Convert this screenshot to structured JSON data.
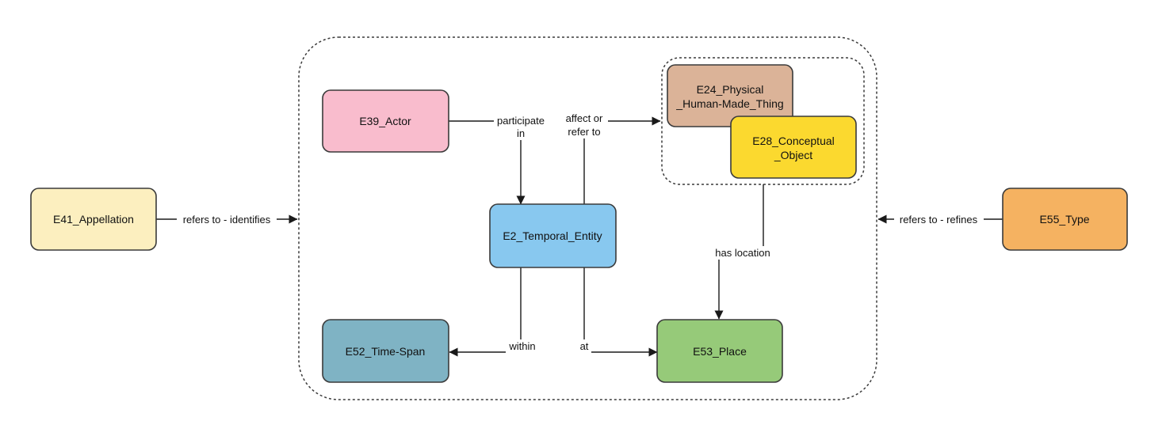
{
  "nodes": {
    "appellation": {
      "label": "E41_Appellation",
      "fill": "#fcefbf"
    },
    "actor": {
      "label": "E39_Actor",
      "fill": "#f9bccd"
    },
    "physical_thing": {
      "label_line1": "E24_Physical",
      "label_line2": "_Human-Made_Thing",
      "fill": "#dbb398"
    },
    "conceptual_object": {
      "label_line1": "E28_Conceptual",
      "label_line2": "_Object",
      "fill": "#fbd92f"
    },
    "temporal_entity": {
      "label": "E2_Temporal_Entity",
      "fill": "#88c8ef"
    },
    "time_span": {
      "label": "E52_Time-Span",
      "fill": "#7fb3c4"
    },
    "place": {
      "label": "E53_Place",
      "fill": "#96ca79"
    },
    "type": {
      "label": "E55_Type",
      "fill": "#f5b261"
    }
  },
  "edges": {
    "appellation_refers": "refers to - identifies",
    "participate_line1": "participate",
    "participate_line2": "in",
    "affect_line1": "affect or",
    "affect_line2": "refer to",
    "has_location": "has location",
    "within": "within",
    "at": "at",
    "type_refers": "refers to - refines"
  }
}
